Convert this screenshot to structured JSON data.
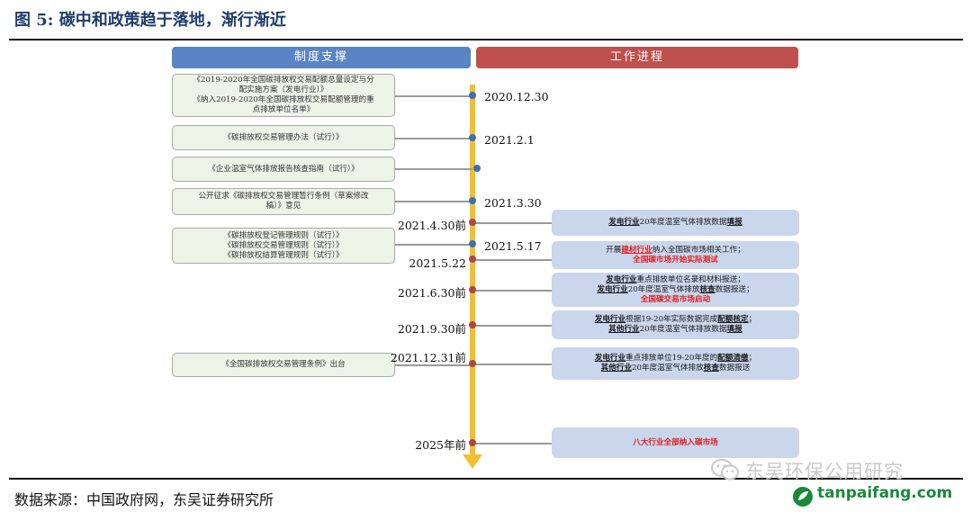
{
  "figure_title": "图 5: 碳中和政策趋于落地，渐行渐近",
  "headers": {
    "left": "制度支撑",
    "right": "工作进程"
  },
  "left_boxes": [
    {
      "lines": [
        "《2019-2020年全国碳排放权交易配额总量设定与分",
        "配实施方案（发电行业）》",
        "《纳入2019-2020年全国碳排放权交易配额管理的重",
        "点排放单位名单》"
      ]
    },
    {
      "lines": [
        "《碳排放权交易管理办法（试行）》"
      ]
    },
    {
      "lines": [
        "《企业温室气体排放报告核查指南（试行）》"
      ]
    },
    {
      "lines": [
        "公开征求《碳排放权交易管理暂行条例（草案修改",
        "稿）》意见"
      ]
    },
    {
      "lines": [
        "《碳排放权登记管理规则（试行）》",
        "《碳排放权交易管理规则（试行）》",
        "《碳排放权结算管理规则（试行）》"
      ]
    },
    {
      "lines": [
        "《全国碳排放权交易管理条例》出台"
      ]
    }
  ],
  "right_dates": [
    "2020.12.30",
    "2021.2.1",
    "2021.3.30",
    "2021.5.17"
  ],
  "left_dates": [
    "2021.4.30前",
    "2021.5.22",
    "2021.6.30前",
    "2021.9.30前",
    "2021.12.31前",
    "2025年前"
  ],
  "right_boxes": [
    {
      "lines": [
        [
          {
            "t": "发电行业",
            "c": "hl"
          },
          {
            "t": "20年度温室气体排放数据"
          },
          {
            "t": "填报",
            "c": "hl"
          }
        ]
      ]
    },
    {
      "lines": [
        [
          {
            "t": "开展"
          },
          {
            "t": "建材行业",
            "c": "hl red"
          },
          {
            "t": "纳入全国碳市场相关工作；"
          }
        ],
        [
          {
            "t": "全国碳市场开始实际测试",
            "c": "red"
          }
        ]
      ]
    },
    {
      "lines": [
        [
          {
            "t": "发电行业",
            "c": "hl"
          },
          {
            "t": "重点排放单位名录和材料报送；"
          }
        ],
        [
          {
            "t": "发电行业",
            "c": "hl"
          },
          {
            "t": "20年度温室气体排放"
          },
          {
            "t": "核查",
            "c": "hl"
          },
          {
            "t": "数据报送；"
          }
        ],
        [
          {
            "t": "全国碳交易市场启动",
            "c": "red"
          }
        ]
      ]
    },
    {
      "lines": [
        [
          {
            "t": "发电行业",
            "c": "hl"
          },
          {
            "t": "根据19-20年实际数据完成"
          },
          {
            "t": "配额核定",
            "c": "hl"
          },
          {
            "t": "；"
          }
        ],
        [
          {
            "t": "其他行业",
            "c": "hl"
          },
          {
            "t": "20年度温室气体排放数据"
          },
          {
            "t": "填报",
            "c": "hl"
          }
        ]
      ]
    },
    {
      "lines": [
        [
          {
            "t": "发电行业",
            "c": "hl"
          },
          {
            "t": "重点排放单位19-20年度的"
          },
          {
            "t": "配额清缴",
            "c": "hl"
          },
          {
            "t": "；"
          }
        ],
        [
          {
            "t": "其他行业",
            "c": "hl"
          },
          {
            "t": "20年度温室气体排放"
          },
          {
            "t": "核查",
            "c": "hl"
          },
          {
            "t": "数据报送"
          }
        ]
      ]
    },
    {
      "lines": [
        [
          {
            "t": "八大行业全部纳入碳市场",
            "c": "red"
          }
        ]
      ]
    }
  ],
  "source": "数据来源：中国政府网，东吴证券研究所",
  "watermark": "东吴环保公用研究",
  "site": "tanpaifang.com",
  "colors": {
    "header_left": "#5b84c4",
    "header_right": "#c0504d",
    "axis": "#f2c02e",
    "right_box": "#c9d6ec",
    "left_box": "#eef3e8",
    "highlight_red": "#e02020"
  }
}
